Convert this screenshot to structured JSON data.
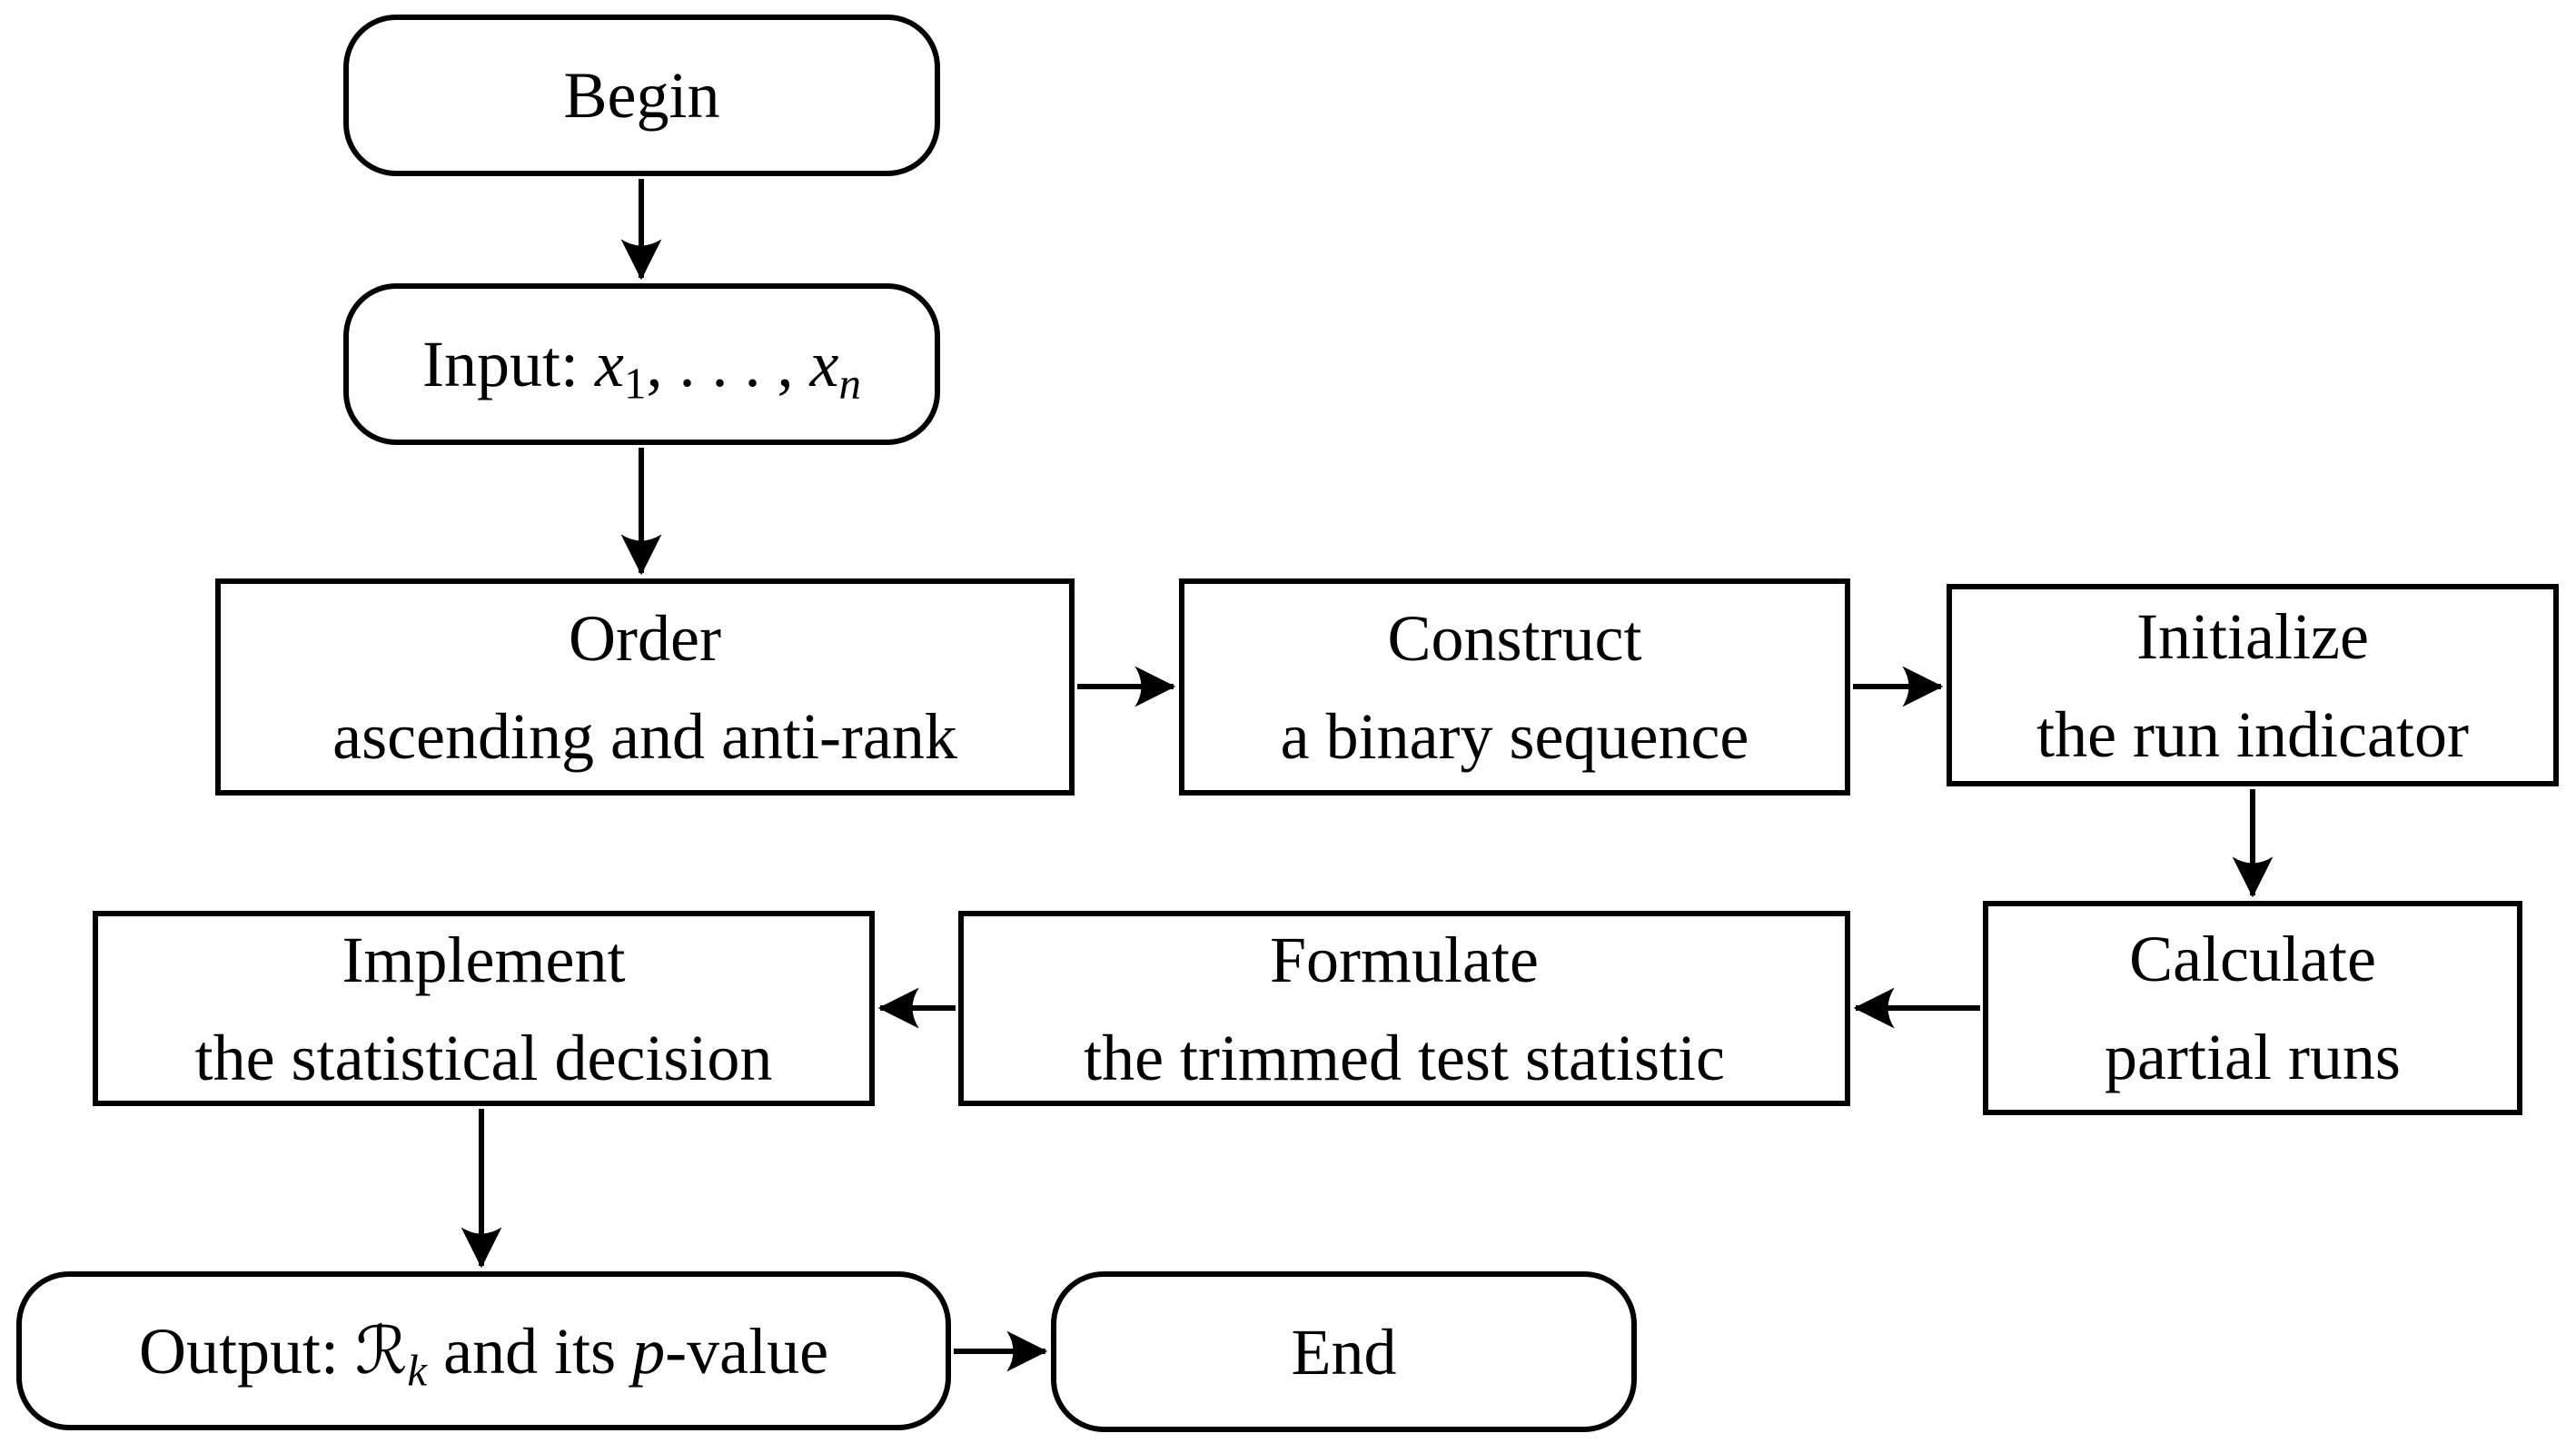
{
  "diagram": {
    "type": "flowchart",
    "background_color": "#ffffff",
    "stroke_color": "#000000",
    "nodes": {
      "begin": {
        "shape": "terminator",
        "label": "Begin"
      },
      "input": {
        "shape": "terminator",
        "prefix": "Input: ",
        "var_first": "x",
        "sub_first": "1",
        "ellipsis": ", . . . , ",
        "var_last": "x",
        "sub_last": "n"
      },
      "order": {
        "shape": "process",
        "line1": "Order",
        "line2": "ascending and anti-rank"
      },
      "construct": {
        "shape": "process",
        "line1": "Construct",
        "line2": "a binary sequence"
      },
      "initialize": {
        "shape": "process",
        "line1": "Initialize",
        "line2": "the run indicator"
      },
      "calculate": {
        "shape": "process",
        "line1": "Calculate",
        "line2": "partial runs"
      },
      "formulate": {
        "shape": "process",
        "line1": "Formulate",
        "line2": "the trimmed test statistic"
      },
      "implement": {
        "shape": "process",
        "line1": "Implement",
        "line2": "the statistical decision"
      },
      "output": {
        "shape": "terminator",
        "prefix": "Output: ",
        "statistic_symbol": "ℛ",
        "statistic_sub": "k",
        "mid": " and its ",
        "p_var": "p",
        "suffix": "-value"
      },
      "end": {
        "shape": "terminator",
        "label": "End"
      }
    },
    "edges": [
      {
        "from": "begin",
        "to": "input"
      },
      {
        "from": "input",
        "to": "order"
      },
      {
        "from": "order",
        "to": "construct"
      },
      {
        "from": "construct",
        "to": "initialize"
      },
      {
        "from": "initialize",
        "to": "calculate"
      },
      {
        "from": "calculate",
        "to": "formulate"
      },
      {
        "from": "formulate",
        "to": "implement"
      },
      {
        "from": "implement",
        "to": "output"
      },
      {
        "from": "output",
        "to": "end"
      }
    ]
  }
}
